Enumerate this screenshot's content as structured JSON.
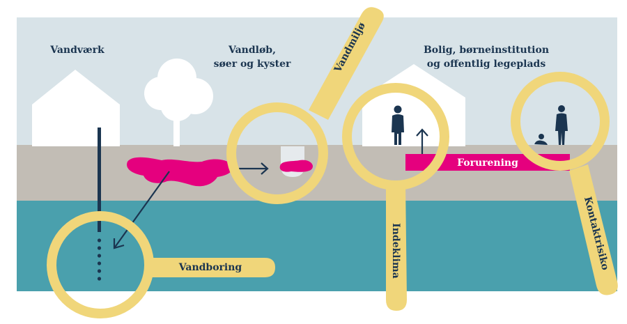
{
  "labels": {
    "waterworks": "Vandværk",
    "streams_line1": "Vandløb,",
    "streams_line2": "søer og kyster",
    "housing_line1": "Bolig, børneinstitution",
    "housing_line2": "og offentlig legeplads"
  },
  "magnifiers": {
    "water_environment": "Vandmiljø",
    "water_drilling": "Vandboring",
    "indoor_climate": "Indeklima",
    "contact_risk": "Kontaktrisiko"
  },
  "pollution_bar": "Forurening",
  "colors": {
    "sky": "#d8e3e8",
    "soil": "#c2bdb5",
    "groundwater": "#4aa0ad",
    "house": "#ffffff",
    "pollution": "#e5007e",
    "lens": "#f0d67a",
    "ink": "#1b3550"
  }
}
